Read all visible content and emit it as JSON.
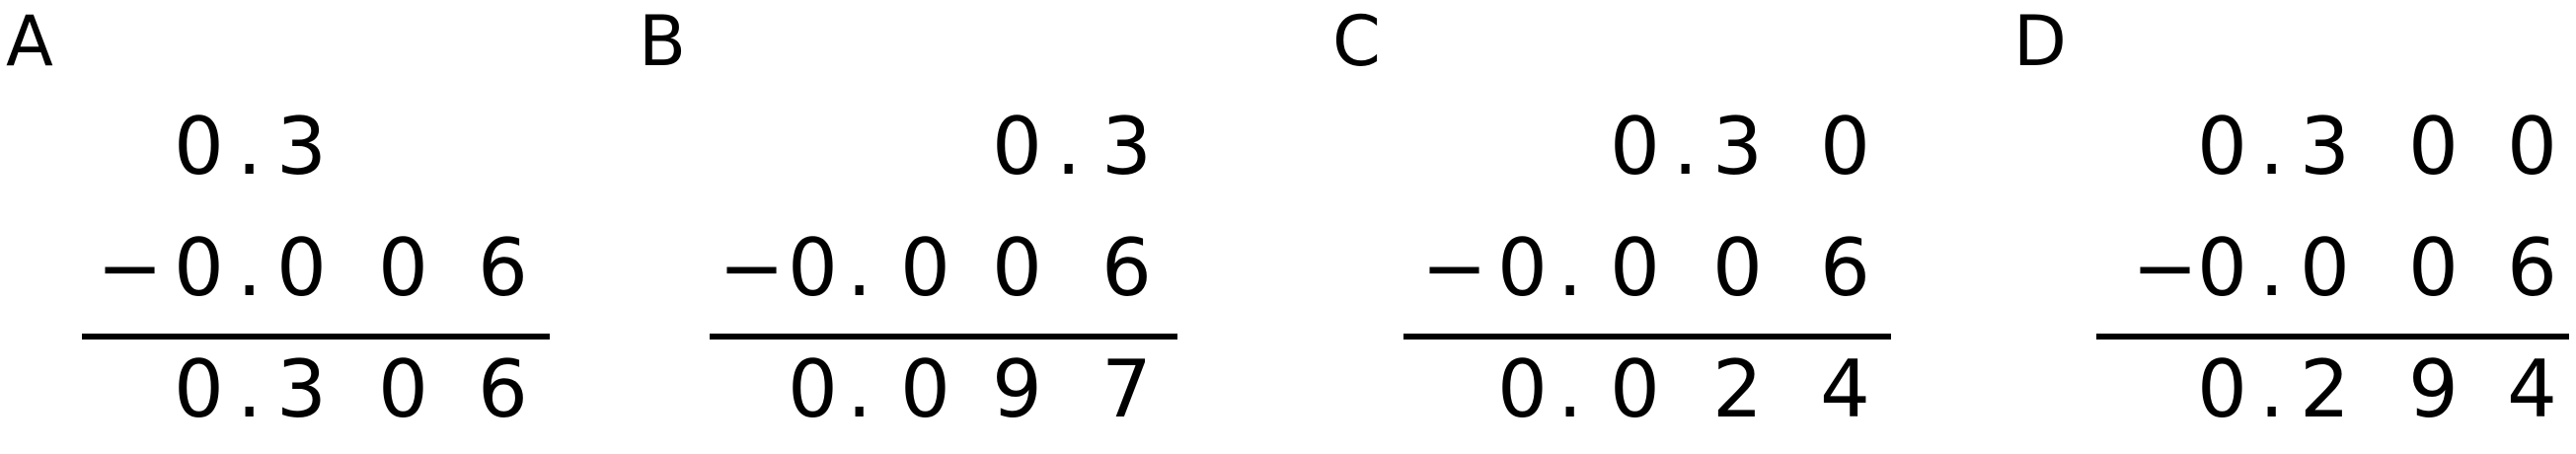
{
  "problems": [
    {
      "label": "A",
      "top": [
        "0",
        ".",
        "3",
        "",
        ""
      ],
      "sign": "−",
      "subtrahend": [
        "0",
        ".",
        "0",
        "0",
        "6"
      ],
      "result": [
        "0",
        ".",
        "3",
        "0",
        "6"
      ]
    },
    {
      "label": "B",
      "top": [
        "",
        "",
        "",
        "0",
        ".",
        "3"
      ],
      "sign": "−",
      "subtrahend": [
        "0",
        ".",
        "0",
        "0",
        "6"
      ],
      "result": [
        "0",
        ".",
        "0",
        "9",
        "7"
      ]
    },
    {
      "label": "C",
      "top": [
        "0",
        ".",
        "3",
        "0"
      ],
      "sign": "−",
      "subtrahend": [
        "0",
        ".",
        "0",
        "0",
        "6"
      ],
      "result": [
        "0",
        ".",
        "0",
        "2",
        "4"
      ]
    },
    {
      "label": "D",
      "top": [
        "0",
        ".",
        "3",
        "0",
        "0"
      ],
      "sign": "−",
      "subtrahend": [
        "0",
        ".",
        "0",
        "0",
        "6"
      ],
      "result": [
        "0",
        ".",
        "2",
        "9",
        "4"
      ]
    }
  ]
}
